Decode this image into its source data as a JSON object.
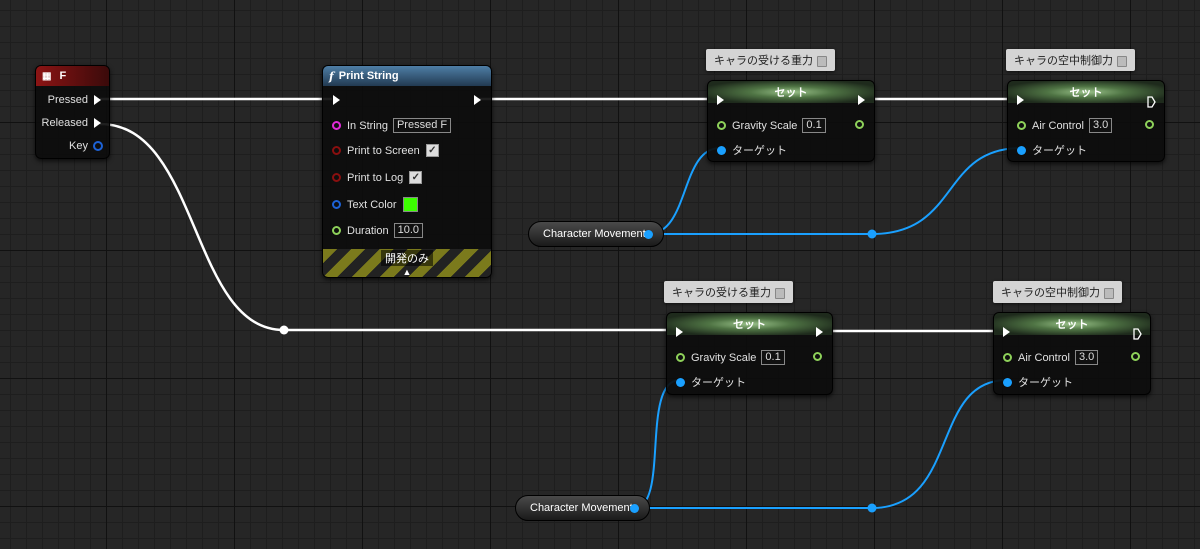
{
  "event_node": {
    "title": "F",
    "pins": {
      "pressed": "Pressed",
      "released": "Released",
      "key": "Key"
    }
  },
  "print_node": {
    "title": "Print String",
    "pins": {
      "in_string": "In String",
      "in_string_value": "Pressed F",
      "print_to_screen": "Print to Screen",
      "print_to_log": "Print to Log",
      "text_color": "Text Color",
      "duration": "Duration",
      "duration_value": "10.0"
    },
    "dev_only": "開発のみ"
  },
  "set_nodes": [
    {
      "comment": "キャラの受ける重力",
      "title": "セット",
      "prop": "Gravity Scale",
      "value": "0.1",
      "target": "ターゲット"
    },
    {
      "comment": "キャラの空中制御力",
      "title": "セット",
      "prop": "Air Control",
      "value": "3.0",
      "target": "ターゲット"
    },
    {
      "comment": "キャラの受ける重力",
      "title": "セット",
      "prop": "Gravity Scale",
      "value": "0.1",
      "target": "ターゲット"
    },
    {
      "comment": "キャラの空中制御力",
      "title": "セット",
      "prop": "Air Control",
      "value": "3.0",
      "target": "ターゲット"
    }
  ],
  "char_movement": [
    "Character Movement",
    "Character Movement"
  ],
  "colors": {
    "exec": "#ffffff",
    "string_pin": "#e02ad8",
    "bool_pin": "#8a0f0f",
    "struct_pin": "#1d62d6",
    "float_pin": "#8ed15a",
    "object_pin": "#1aa0ff",
    "text_color_value": "#3cff00"
  },
  "icons": {
    "event": "keyboard-key-icon",
    "function": "function-f-icon",
    "comment_pin": "pin-icon"
  }
}
